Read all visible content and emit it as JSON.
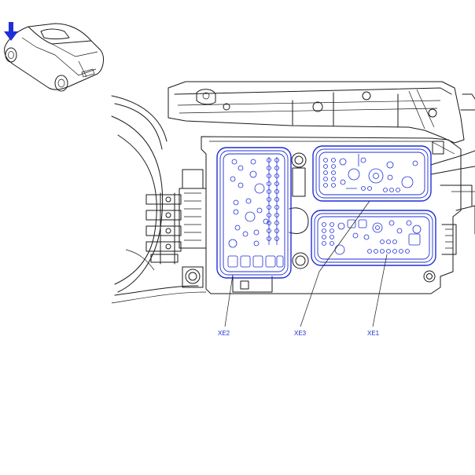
{
  "labels": {
    "xe2": "XE2",
    "xe3": "XE3",
    "xe1": "XE1"
  },
  "colors": {
    "accent": "#1f2fd6",
    "line": "#1a1a1a"
  },
  "icons": {
    "locator_arrow": "arrow-down-icon",
    "locator_car": "car-thumbnail-icon"
  }
}
